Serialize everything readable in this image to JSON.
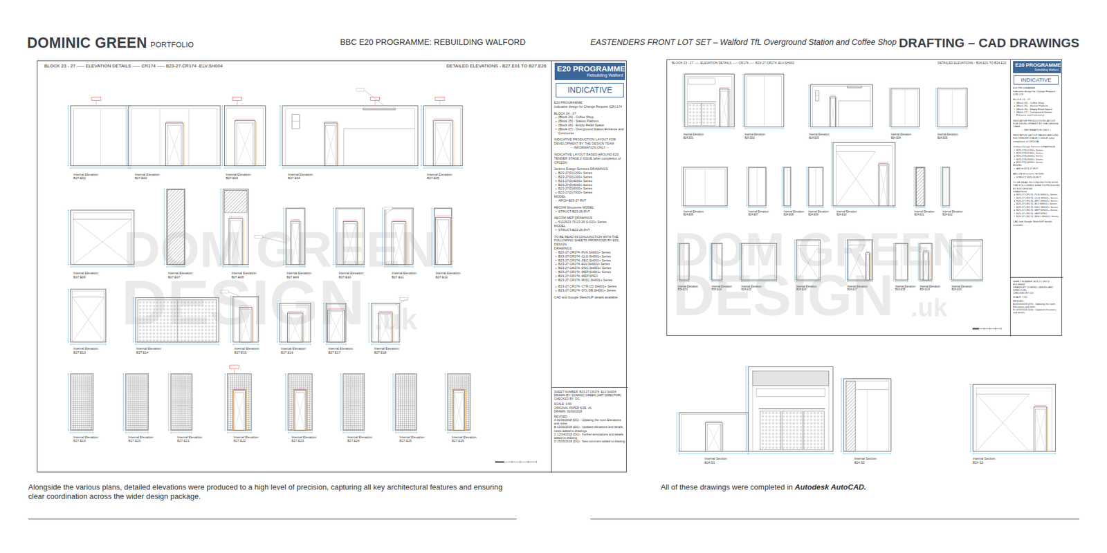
{
  "diagram": {
    "title": "DRAFTING – CAD DRAWINGS",
    "caption": "Alongside the various plans, detailed elevations were produced to a high level of precision, capturing all key architectural features and ensuring clear coordination across the wider design package.",
    "nodes": [
      {
        "text": [
          "BLOCK 23 - 27 ----- ELEVATION DETAILS ----- CR174 ----- B23-27.CR174 -ELV.SH004",
          "DETAILED ELEVATIONS - B27.E01 TO B27.E26"
        ]
      },
      {
        "text": [
          "E20 PROGRAMME",
          "Indicative design for Change Request (CR) 174",
          "BLOCK 24 - 27",
          "(Block 24) - Coffee Shop",
          "(Block 25) - Station Platform",
          "(Block 26) - Empty Retail Space",
          "(Block 27) - Overground Station Entrance and Concourse",
          "INDICATIVE PRODUCTION LAYOUT FOR DEVELOPMENT BY THE DESIGN TEAM",
          "-- INFORMATION ONLY --",
          "INDICATIVE LAYOUT BASED AROUND E20 TENDER STAGE 2 ISSUE (after completion of CR122A)",
          "Jenkins Design Services DRAWINGS",
          "B23-27(D)1200+ Series",
          "B23-27(D)1300+ Series",
          "B23-27(D)4000+ Series",
          "B23-27(D)5000+ Series",
          "B23-27(D)6000+ Series",
          "B23-27(D)7000+ Series",
          "MODEL",
          "ARCH-B23-27.RVT",
          "AECOM Structures MODEL",
          "STRUCT-B23-26.RVT",
          "AECOM MEP DRAWINGS",
          "6132623-75-23-26-S-033+ Series",
          "MODEL",
          "STRUCT-B23-26.RVT",
          "TO BE READ IN CONJUNCTION WITH THE FOLLOWING SHEETS PRODUCED BY E20 DESIGN",
          "DRAWINGS",
          "B23-27.CR174.-PLN.SH001+ Series",
          "B23-27.CR174.-CLG.SH001+ Series",
          "B23-27.CR174.-SEC.SH001+ Series",
          "B23-27.CR174.-ELV.SH001+ Series",
          "B23-27.CR174.-DSC.SH001+ Series",
          "B23-27.CR174.-MEP.SH001+ Series",
          "B23-27.CR174.-MEP.SPEC",
          "B23-27.CR174.-MISC.SH001+ Series",
          "B23-27.CR174.-CTR.CD.SH001+ Series",
          "B23-27.CR174.-DTL.DB.SH001+ Series",
          "CAD and Google SketchUP details available."
        ],
        "in": 0
      },
      {
        "text": [
          "E20 PROGRAMME",
          "Rebuilding Walford"
        ],
        "in": 1
      },
      {
        "text": [
          "INDICATIVE"
        ],
        "in": 1
      },
      {
        "text": [
          "SHEET NUMBER: B23-27.CR174 -ELV.SH004",
          "DRAWN BY: DOMINIC GREEN (ART DIRECTOR)",
          "CHECKED BY: DG",
          "SCALE: 1:50",
          "ORIGINAL PAPER SIZE: A1",
          "DRAWN: 01/02/2018",
          "REVISED:",
          "A 01/03/2018 (DG) - Updating the room Elevations and notes",
          "B 12/03/2018 (DG) - Updated elevations and details, notes added to drawings",
          "C 12/04/2018 (DG) - Further annotations and details added to drawing",
          "D 25/05/2018 (DG) - New comment added to drawing"
        ],
        "in": 1
      },
      {
        "text": [
          "BLOCK 23 - 27 ----- ELEVATION DETAILS ----- CR174 ----- B23-27.CR174 -ELV.SH002",
          "DETAILED ELEVATIONS - B24.E01 TO B24.E20"
        ]
      },
      {
        "text": [
          "E20 PROGRAMME",
          "Indicative design for Change Request (CR) 174",
          "BLOCK 24 - 27",
          "(Block 24) - Coffee Shop",
          "(Block 25) - Station Platform",
          "(Block 26) - Empty Retail Space",
          "(Block 27) - Overground Station Entrance and Concourse",
          "INDICATIVE PRODUCTION LAYOUT FOR DEVELOPMENT BY THE DESIGN TEAM",
          "-- INFORMATION ONLY --",
          "INDICATIVE LAYOUT BASED AROUND E20 TENDER STAGE 2 ISSUE (after completion of CR122A)",
          "Jenkins Design Services DRAWINGS",
          "B23-27(D)1200+ Series",
          "B23-27(D)1300+ Series",
          "B23-27(D)4000+ Series",
          "B23-27(D)5000+ Series",
          "B23-27(D)6000+ Series",
          "MODEL",
          "ARCH-B23-27.RVT",
          "AECOM Structures MODEL",
          "STRUCT-B23-26.RVT",
          "TO BE READ IN CONJUNCTION WITH THE FOLLOWING SHEETS PRODUCED BY E20 DESIGN",
          "DRAWINGS",
          "B23-27.CR174.-PLN.SH001+ Series",
          "B23-27.CR174.-CLG.SH001+ Series",
          "B23-27.CR174.-SEC.SH001+ Series",
          "B23-27.CR174.-ELV.SH001+ Series",
          "B23-27.CR174.-DSC.SH001+ Series",
          "B23-27.CR174.-MEP.SH001+ Series",
          "B23-27.CR174.-MEP.SPEC",
          "B23-27.CR174.-MISC.SH001+ Series",
          "CAD and Google SketchUP details available."
        ],
        "in": 5
      },
      {
        "text": [
          "E20 PROGRAMME",
          "Rebuilding Walford"
        ],
        "in": 6
      },
      {
        "text": [
          "INDICATIVE"
        ],
        "in": 6
      },
      {
        "text": [
          "SHEET NUMBER: B23-27.CR174 -ELV.SH002",
          "DRAWN BY: DOMINIC GREEN (ART DIRECTOR)",
          "CHECKED BY: DG",
          "SCALE: 1:50",
          "REVISED:",
          "A 01/03/2018 (DG) - Updating the room Elevations and notes",
          "B 12/03/2018 (DG) - Updated elevations and details"
        ],
        "in": 6
      }
    ],
    "labels": [
      "DOMINIC GREEN",
      "PORTFOLIO",
      "BBC E20 PROGRAMME: REBUILDING WALFORD",
      "EASTENDERS FRONT LOT SET – Walford TfL Overground Station and Coffee Shop",
      "Internal Elevation: B27.E01",
      "Internal Elevation: B27.E02",
      "Internal Elevation: B27.E03",
      "Internal Elevation: B27.E04",
      "Internal Elevation: B27.E05",
      "Internal Elevation: B27.E06",
      "Internal Elevation: B27.E07",
      "Internal Elevation: B27.E08",
      "Internal Elevation: B27.E09",
      "Internal Elevation: B27.E10",
      "Internal Elevation: B27.E11",
      "Internal Elevation: B27.E12",
      "Internal Elevation: B27.E13",
      "Internal Elevation: B27.E14",
      "Internal Elevation: B27.E15",
      "Internal Elevation: B27.E16",
      "Internal Elevation: B27.E17",
      "Internal Elevation: B27.E18",
      "Internal Elevation: B27.E19",
      "Internal Elevation: B27.E20",
      "Internal Elevation: B27.E21",
      "Internal Elevation: B27.E22",
      "Internal Elevation: B27.E23",
      "Internal Elevation: B27.E24",
      "Internal Elevation: B27.E25",
      "Internal Elevation: B27.E26",
      "Internal Elevation: B24.E01",
      "Internal Elevation: B24.E02",
      "Internal Elevation: B24.E03",
      "Internal Elevation: B24.E04",
      "Internal Elevation: B24.E05",
      "Internal Elevation: B24.E06",
      "Internal Elevation: B24.E07",
      "Internal Elevation: B24.E08",
      "Internal Elevation: B24.E09",
      "Internal Elevation: B24.E10",
      "Internal Elevation: B24.E11",
      "Internal Elevation: B24.E12",
      "Internal Elevation: B24.E13",
      "Internal Elevation: B24.E14",
      "Internal Elevation: B24.E15",
      "Internal Elevation: B24.E16",
      "Internal Elevation: B24.E17",
      "Internal Elevation: B24.E18",
      "Internal Elevation: B24.E19",
      "Internal Elevation: B24.E20",
      "Internal Section: B24.S1",
      "Internal Section: B24.S2",
      "Internal Section: B24.S3",
      "DOM GREEN",
      "DESIGN",
      ".uk",
      "DOM GREEN",
      "DESIGN",
      ".uk",
      "All of these drawings were completed in",
      "Autodesk AutoCAD."
    ]
  }
}
